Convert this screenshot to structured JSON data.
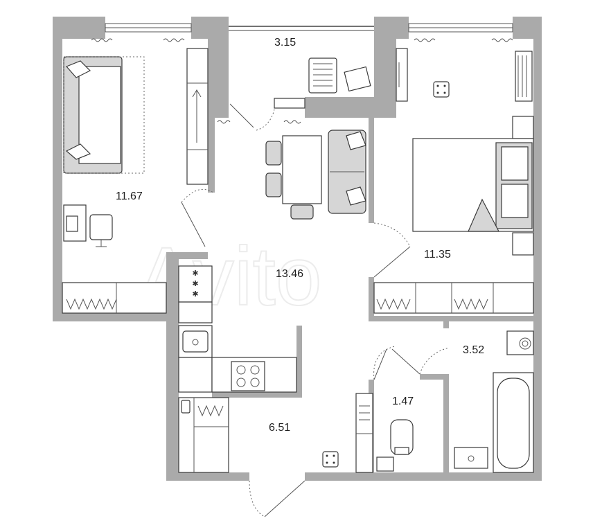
{
  "plan": {
    "rooms": [
      {
        "id": "living-room",
        "area": "11.67"
      },
      {
        "id": "balcony",
        "area": "3.15"
      },
      {
        "id": "bedroom",
        "area": "11.35"
      },
      {
        "id": "kitchen-living",
        "area": "13.46"
      },
      {
        "id": "hallway",
        "area": "6.51"
      },
      {
        "id": "bathroom",
        "area": "3.52"
      },
      {
        "id": "toilet",
        "area": "1.47"
      }
    ]
  },
  "watermark": "Avito",
  "colors": {
    "wall": "#aaaaaa",
    "line": "#3a3a3a",
    "furniture_fill": "#d6d6d6",
    "background": "#ffffff"
  }
}
